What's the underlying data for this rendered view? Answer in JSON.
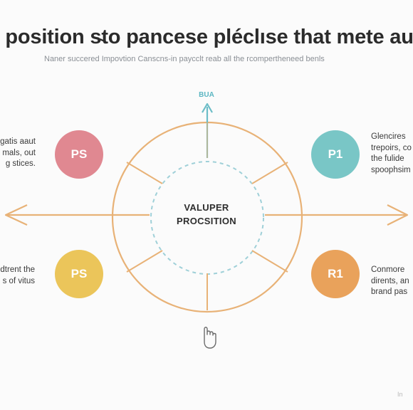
{
  "title": "d position s̴to pancese pléclıse that mete aur",
  "subtitle": "Naner succered Impovtion Canscns-in paycclt reab all the rcompertheneed benls",
  "center": {
    "line1": "VALUPER",
    "line2": "PROCSITION"
  },
  "top_label": "BUA",
  "nodes": {
    "top_left": {
      "badge": "PS",
      "color": "#e08891",
      "text": "gatis aaut\nmals, out\ng stices."
    },
    "top_right": {
      "badge": "P1",
      "color": "#79c6c6",
      "text": "Glencires\ntrepoirs, co\nthe fulide\nspoophsim"
    },
    "bottom_left": {
      "badge": "PS",
      "color": "#ebc55a",
      "text": "dtrent the\ns of vitus"
    },
    "bottom_right": {
      "badge": "R1",
      "color": "#e9a25b",
      "text": "Conmore\ndirents, an\nbrand pas"
    }
  },
  "colors": {
    "ring": "#e8b277",
    "arrow": "#e8b277",
    "inner_dashed": "#9fd0d8",
    "top_arrow": "#6cbdc7"
  },
  "icons": {
    "pointer": "hand-pointer-icon"
  },
  "watermark": "In"
}
